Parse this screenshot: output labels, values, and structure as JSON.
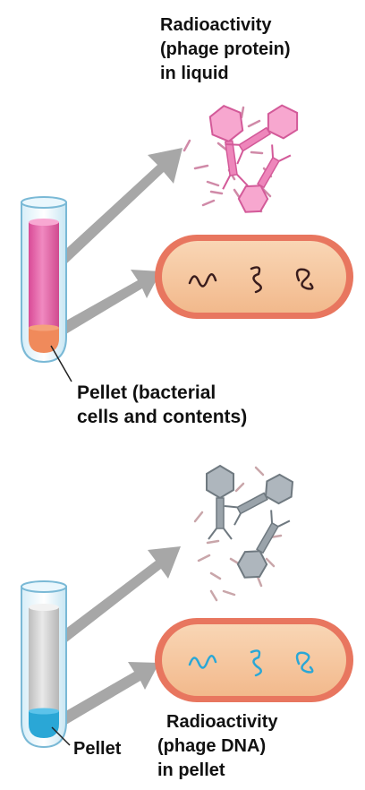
{
  "top_panel": {
    "label_radioactivity": {
      "line1": "Radioactivity",
      "line2": "(phage protein)",
      "line3": "in liquid"
    },
    "label_pellet": {
      "line1": "Pellet (bacterial",
      "line2": "cells and contents)"
    }
  },
  "bottom_panel": {
    "label_pellet": "Pellet",
    "label_radioactivity": {
      "line1": "Radioactivity",
      "line2": "(phage DNA)",
      "line3": "in pellet"
    }
  },
  "colors": {
    "protein_label": "#e056a0",
    "dna_label": "#2aa7d6",
    "pellet_top": "#f08a5b",
    "bacterium_fill": "#f6c9a0",
    "bacterium_edge": "#e8765f",
    "arrow": "#a7a7a7",
    "gray_phage": "#8d959c"
  }
}
